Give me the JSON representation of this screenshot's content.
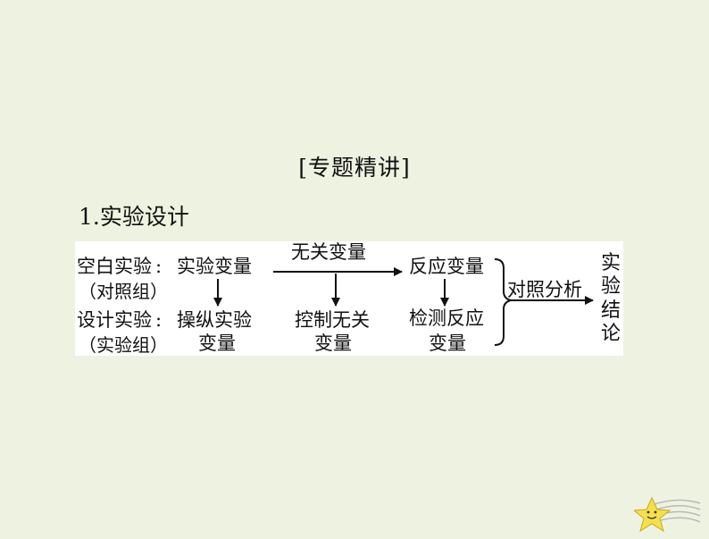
{
  "heading": "[专题精讲]",
  "section_title": "1.实验设计",
  "diagram": {
    "blank_exp": "空白实验",
    "blank_group": "（对照组）",
    "design_exp": "设计实验",
    "design_group": "（实验组）",
    "colon": ":",
    "exp_var": "实验变量",
    "manip_1": "操纵实验",
    "manip_2": "变量",
    "irrelevant_var": "无关变量",
    "control_1": "控制无关",
    "control_2": "变量",
    "response_var": "反应变量",
    "detect_1": "检测反应",
    "detect_2": "变量",
    "compare": "对照分析",
    "conclusion": "实验结论"
  },
  "colors": {
    "background": "#eef3e1",
    "diagram_bg": "#ffffff",
    "star": "#f5df4d"
  },
  "icons": [
    "star-icon"
  ]
}
